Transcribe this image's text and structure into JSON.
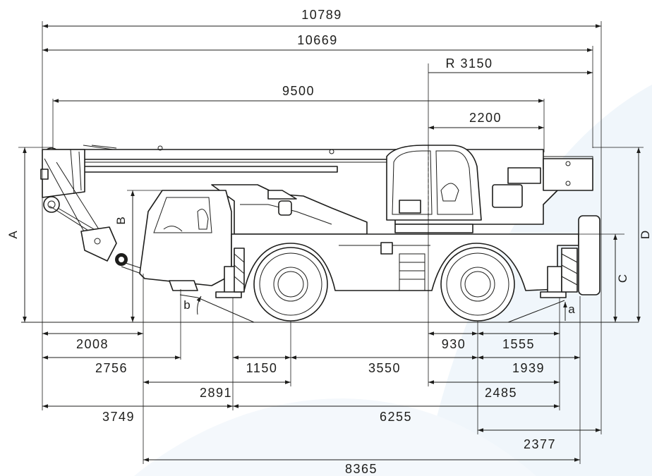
{
  "dimensions": {
    "overall_length": "10789",
    "length_10669": "10669",
    "tail_radius": "R 3150",
    "boom_length": "9500",
    "cab_offset": "2200",
    "front_overhang": "2008",
    "b_offset": "2756",
    "axle_to_outrigger": "1150",
    "wheelbase": "3550",
    "center_offset": "930",
    "rear_outrigger": "1555",
    "rear_1939": "1939",
    "dim_2891": "2891",
    "dim_2485": "2485",
    "dim_3749": "3749",
    "outrigger_span": "6255",
    "dim_2377": "2377",
    "dim_8365": "8365"
  },
  "labels": {
    "A": "A",
    "B": "B",
    "C": "C",
    "D": "D",
    "a": "a",
    "b": "b"
  },
  "colors": {
    "line": "#1d1d1b",
    "background_shape": "#f0f6fb"
  }
}
